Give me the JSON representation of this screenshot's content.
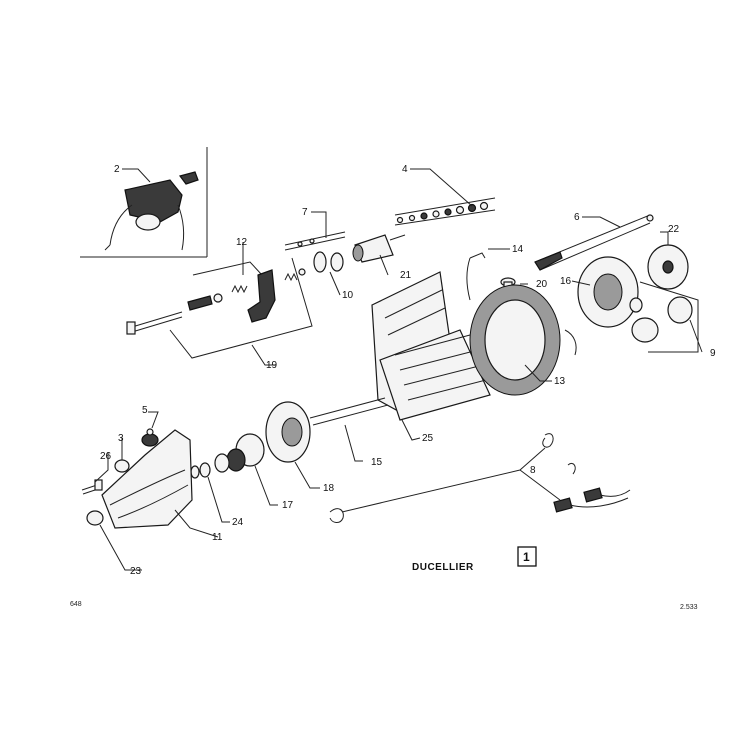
{
  "diagram": {
    "labels": [
      "1",
      "2",
      "3",
      "4",
      "5",
      "6",
      "7",
      "8",
      "9",
      "10",
      "11",
      "12",
      "13",
      "14",
      "15",
      "16",
      "17",
      "18",
      "19",
      "20",
      "21",
      "22",
      "23",
      "24",
      "25",
      "26"
    ],
    "brand": "DUCELLIER",
    "figure_number": "1",
    "page_code_left": "648",
    "page_code_right": "2.533"
  }
}
